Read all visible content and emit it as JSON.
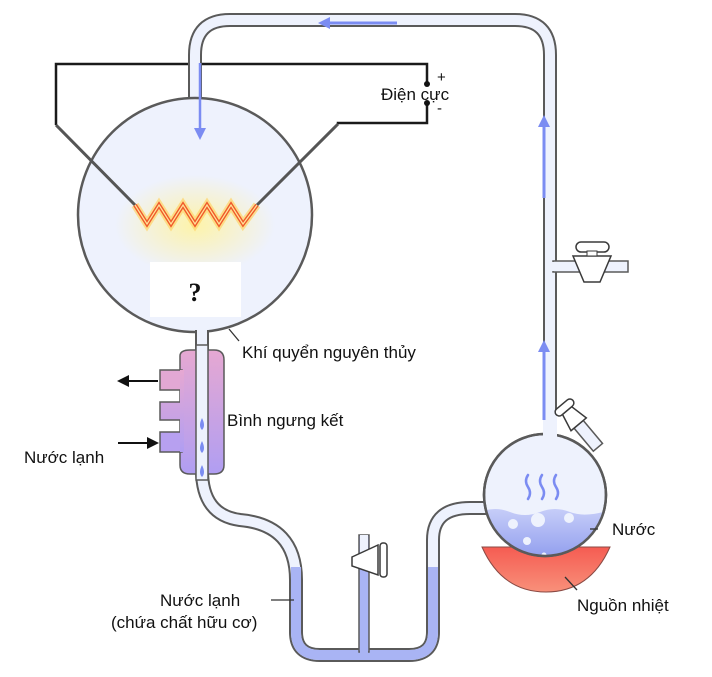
{
  "title": "Miller-Urey experiment apparatus",
  "labels": {
    "electrodes": "Điện cực",
    "plus": "+",
    "minus": "-",
    "unknown": "?",
    "primitive_atmosphere": "Khí quyển nguyên thủy",
    "condenser": "Bình ngưng kết",
    "cold_water_in": "Nước lạnh",
    "cold_water_organic_line1": "Nước lạnh",
    "cold_water_organic_line2": "(chứa chất hữu cơ)",
    "water": "Nước",
    "heat_source": "Nguồn nhiệt"
  },
  "colors": {
    "tube_fill": "#eef2fd",
    "tube_stroke": "#5a5a5a",
    "flow_arrow": "#7b8cf2",
    "liquid": "#a9b4f4",
    "condenser_top": "#e4a6d2",
    "condenser_bottom": "#b39ef0",
    "heater": "#f36d60",
    "spark": "#f05a2a",
    "wire": "#1a1a1a"
  }
}
